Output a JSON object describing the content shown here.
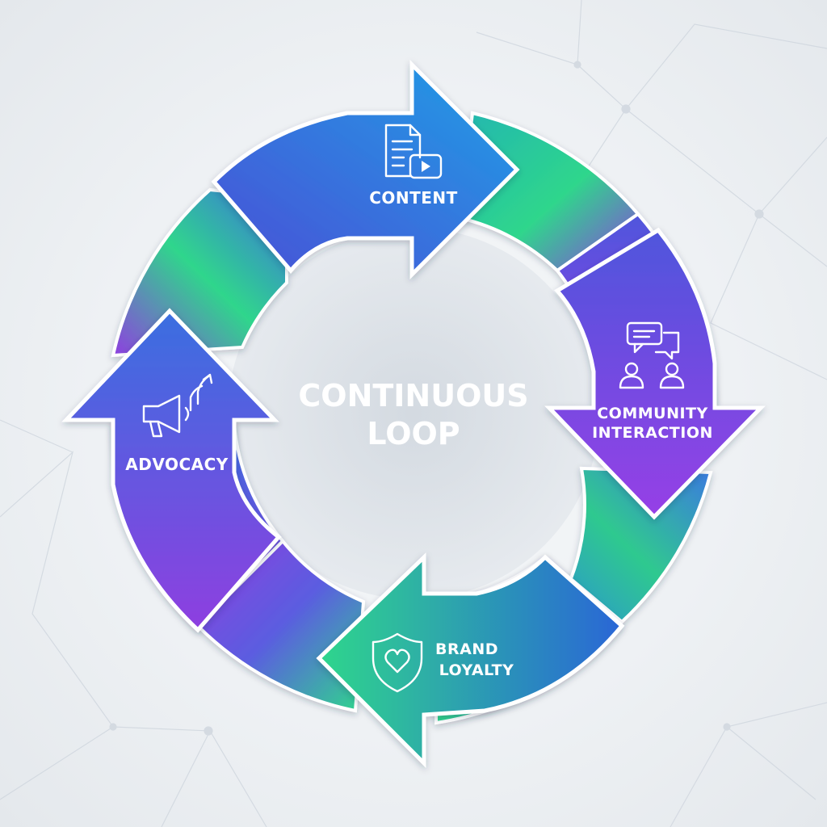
{
  "center": {
    "line1": "CONTINUOUS",
    "line2": "LOOP"
  },
  "stages": [
    {
      "name": "content",
      "line1": "CONTENT",
      "line2": "",
      "icon": "document-video-icon"
    },
    {
      "name": "community-interaction",
      "line1": "COMMUNITY",
      "line2": "INTERACTION",
      "icon": "chat-people-icon"
    },
    {
      "name": "brand-loyalty",
      "line1": "BRAND",
      "line2": "LOYALTY",
      "icon": "shield-heart-icon"
    },
    {
      "name": "advocacy",
      "line1": "ADVOCACY",
      "line2": "",
      "icon": "megaphone-growth-icon"
    }
  ],
  "colors": {
    "blue": "#1f8fe0",
    "indigo": "#4a4fd6",
    "purple": "#8e3fe0",
    "green": "#2fd68c",
    "teal": "#1aa6a6"
  }
}
